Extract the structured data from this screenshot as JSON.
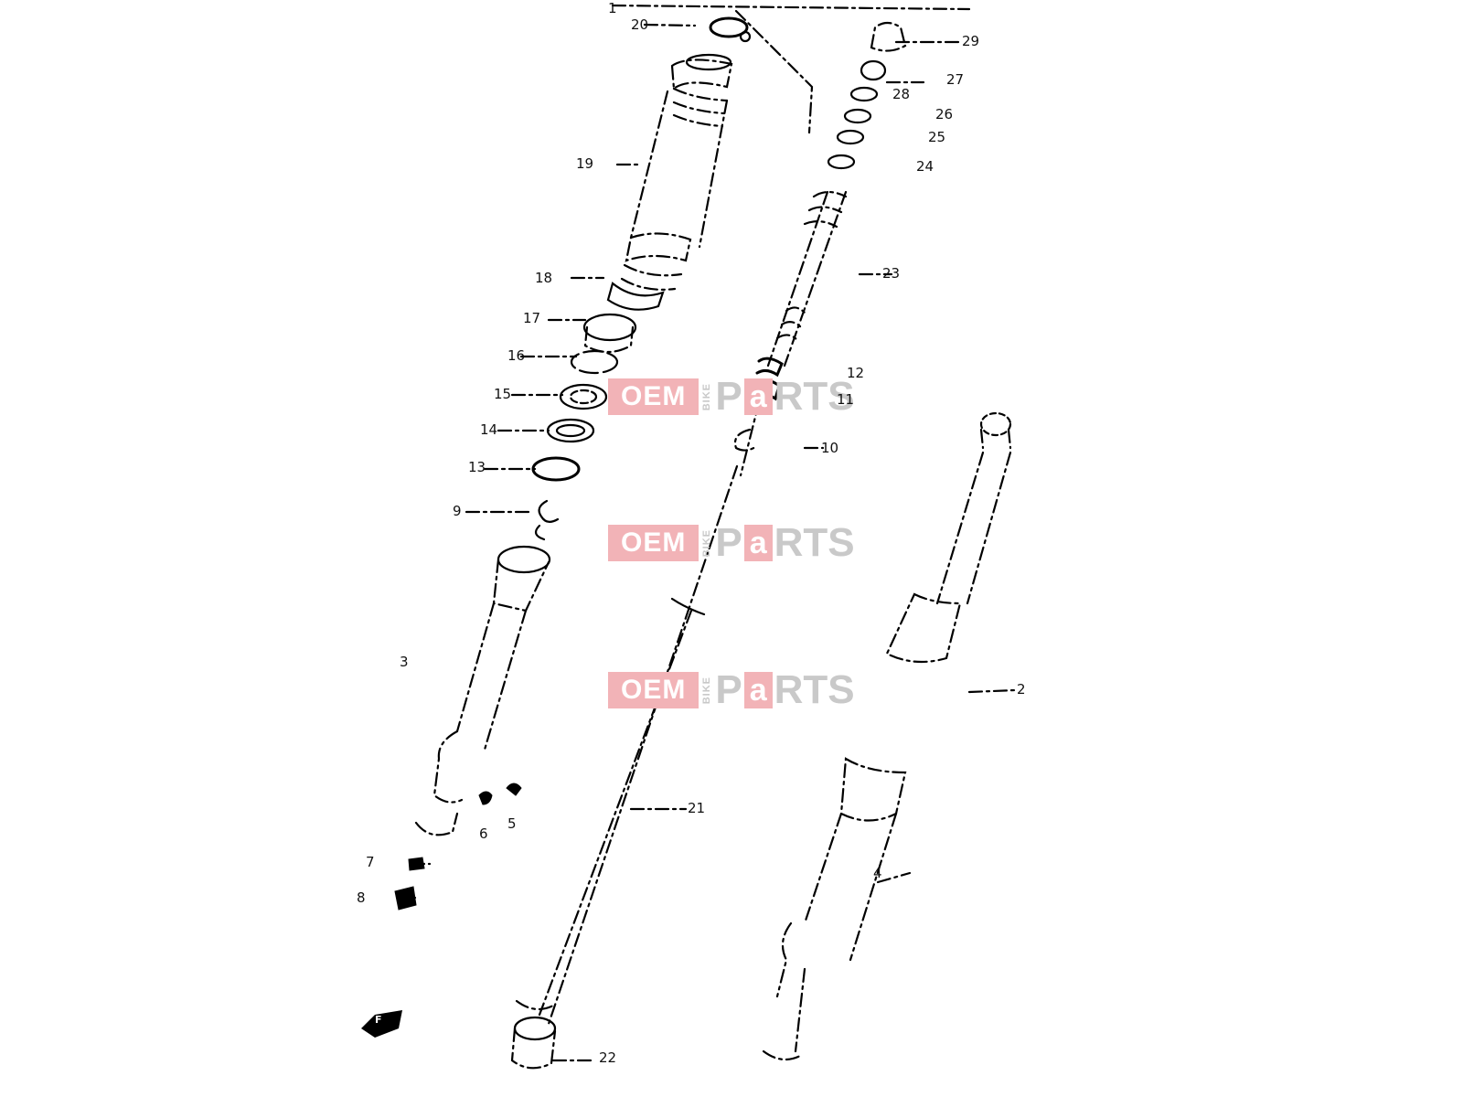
{
  "watermark": {
    "brand_left": "OEM",
    "brand_vertical": "BIKE",
    "brand_p": "P",
    "brand_a": "a",
    "brand_right": "RTS",
    "color_pink": "#f2b3b7",
    "color_grey": "#c9c9c9"
  },
  "callouts": {
    "c20": "20",
    "c29": "29",
    "c27": "27",
    "c28": "28",
    "c26": "26",
    "c25": "25",
    "c24": "24",
    "c19": "19",
    "c18": "18",
    "c23": "23",
    "c17": "17",
    "c16": "16",
    "c12": "12",
    "c15": "15",
    "c11": "11",
    "c14": "14",
    "c10": "10",
    "c13": "13",
    "c9": "9",
    "c3": "3",
    "c2": "2",
    "c21": "21",
    "c6": "6",
    "c5": "5",
    "c7": "7",
    "c8": "8",
    "c4": "4",
    "c22": "22",
    "c1": "1"
  },
  "front_marker": {
    "label": "F"
  }
}
